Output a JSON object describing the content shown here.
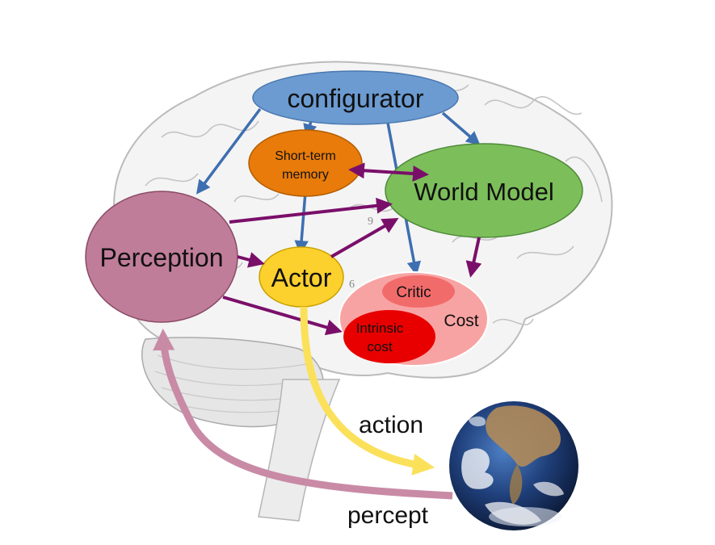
{
  "nodes": {
    "configurator": "configurator",
    "short_term_memory_line1": "Short-term",
    "short_term_memory_line2": "memory",
    "world_model": "World Model",
    "perception": "Perception",
    "actor": "Actor",
    "critic": "Critic",
    "intrinsic_cost_line1": "Intrinsic",
    "intrinsic_cost_line2": "cost",
    "cost": "Cost"
  },
  "edges": {
    "action": "action",
    "percept": "percept"
  },
  "colors": {
    "configurator": "#6b9bd1",
    "short_term_memory": "#e87b0a",
    "world_model": "#7cbf5a",
    "perception": "#c07d99",
    "actor": "#fcd02d",
    "cost": "#f8a3a3",
    "critic": "#f26b6b",
    "intrinsic_cost": "#e80000",
    "blue_arrow": "#3e6fb0",
    "purple_arrow": "#7a0f6a",
    "action_arrow": "#fbe05a",
    "percept_arrow": "#c98aa6",
    "earth_ocean": "#1f3f7a"
  },
  "images": {
    "background": "brain-sketch",
    "world": "earth-globe"
  }
}
